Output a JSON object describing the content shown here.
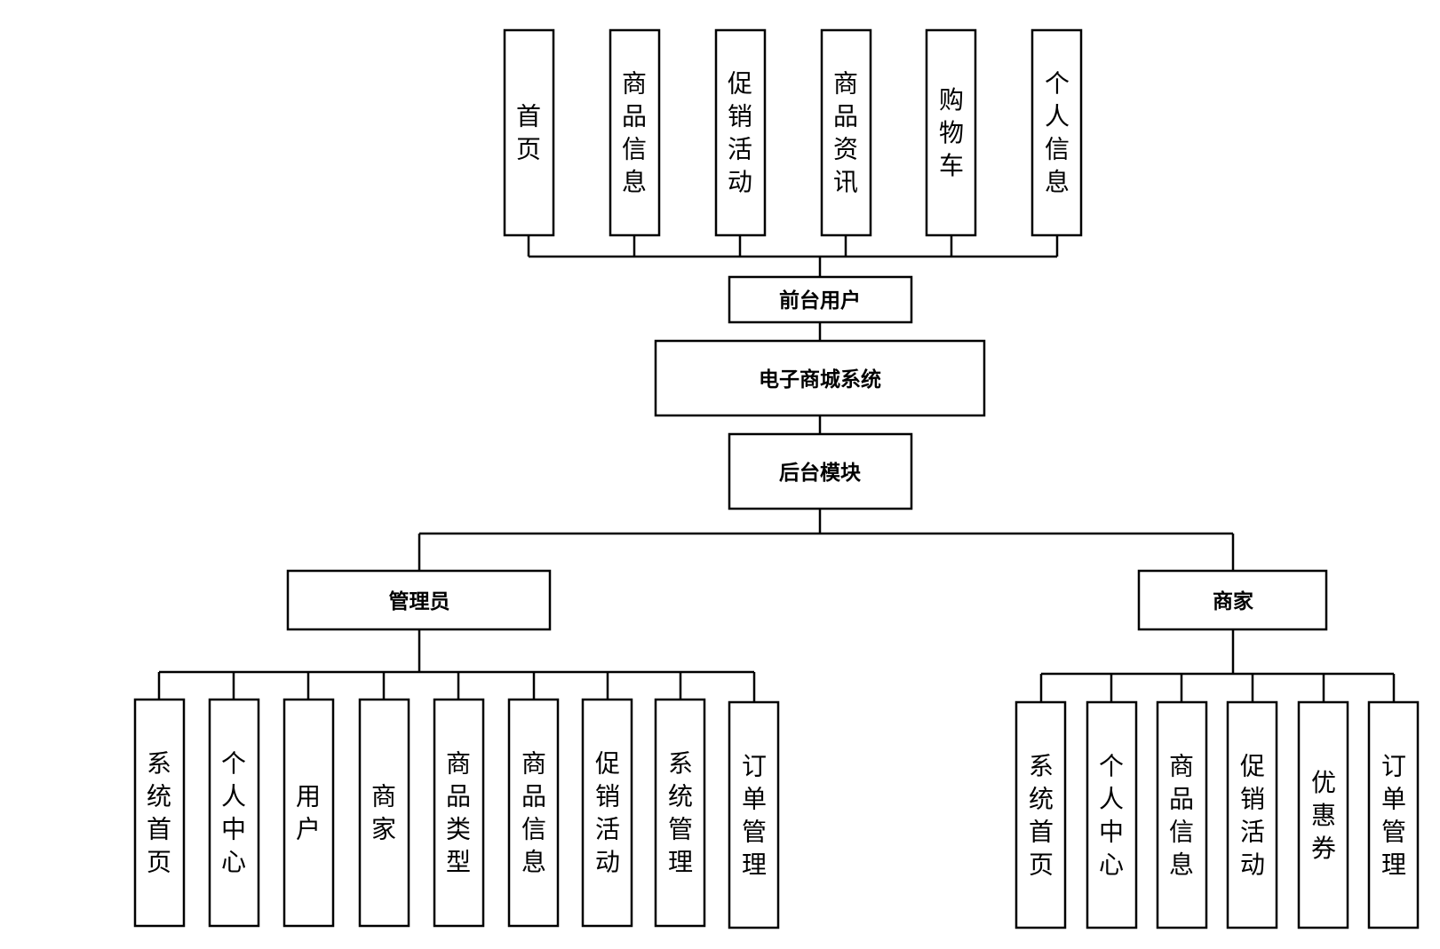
{
  "front_modules": [
    "首页",
    "商品信息",
    "促销活动",
    "商品资讯",
    "购物车",
    "个人信息"
  ],
  "front_user": "前台用户",
  "system": "电子商城系统",
  "backend": "后台模块",
  "admin": {
    "label": "管理员",
    "modules": [
      "系统首页",
      "个人中心",
      "用户",
      "商家",
      "商品类型",
      "商品信息",
      "促销活动",
      "系统管理",
      "订单管理"
    ]
  },
  "merchant": {
    "label": "商家",
    "modules": [
      "系统首页",
      "个人中心",
      "商品信息",
      "促销活动",
      "优惠券",
      "订单管理"
    ]
  }
}
